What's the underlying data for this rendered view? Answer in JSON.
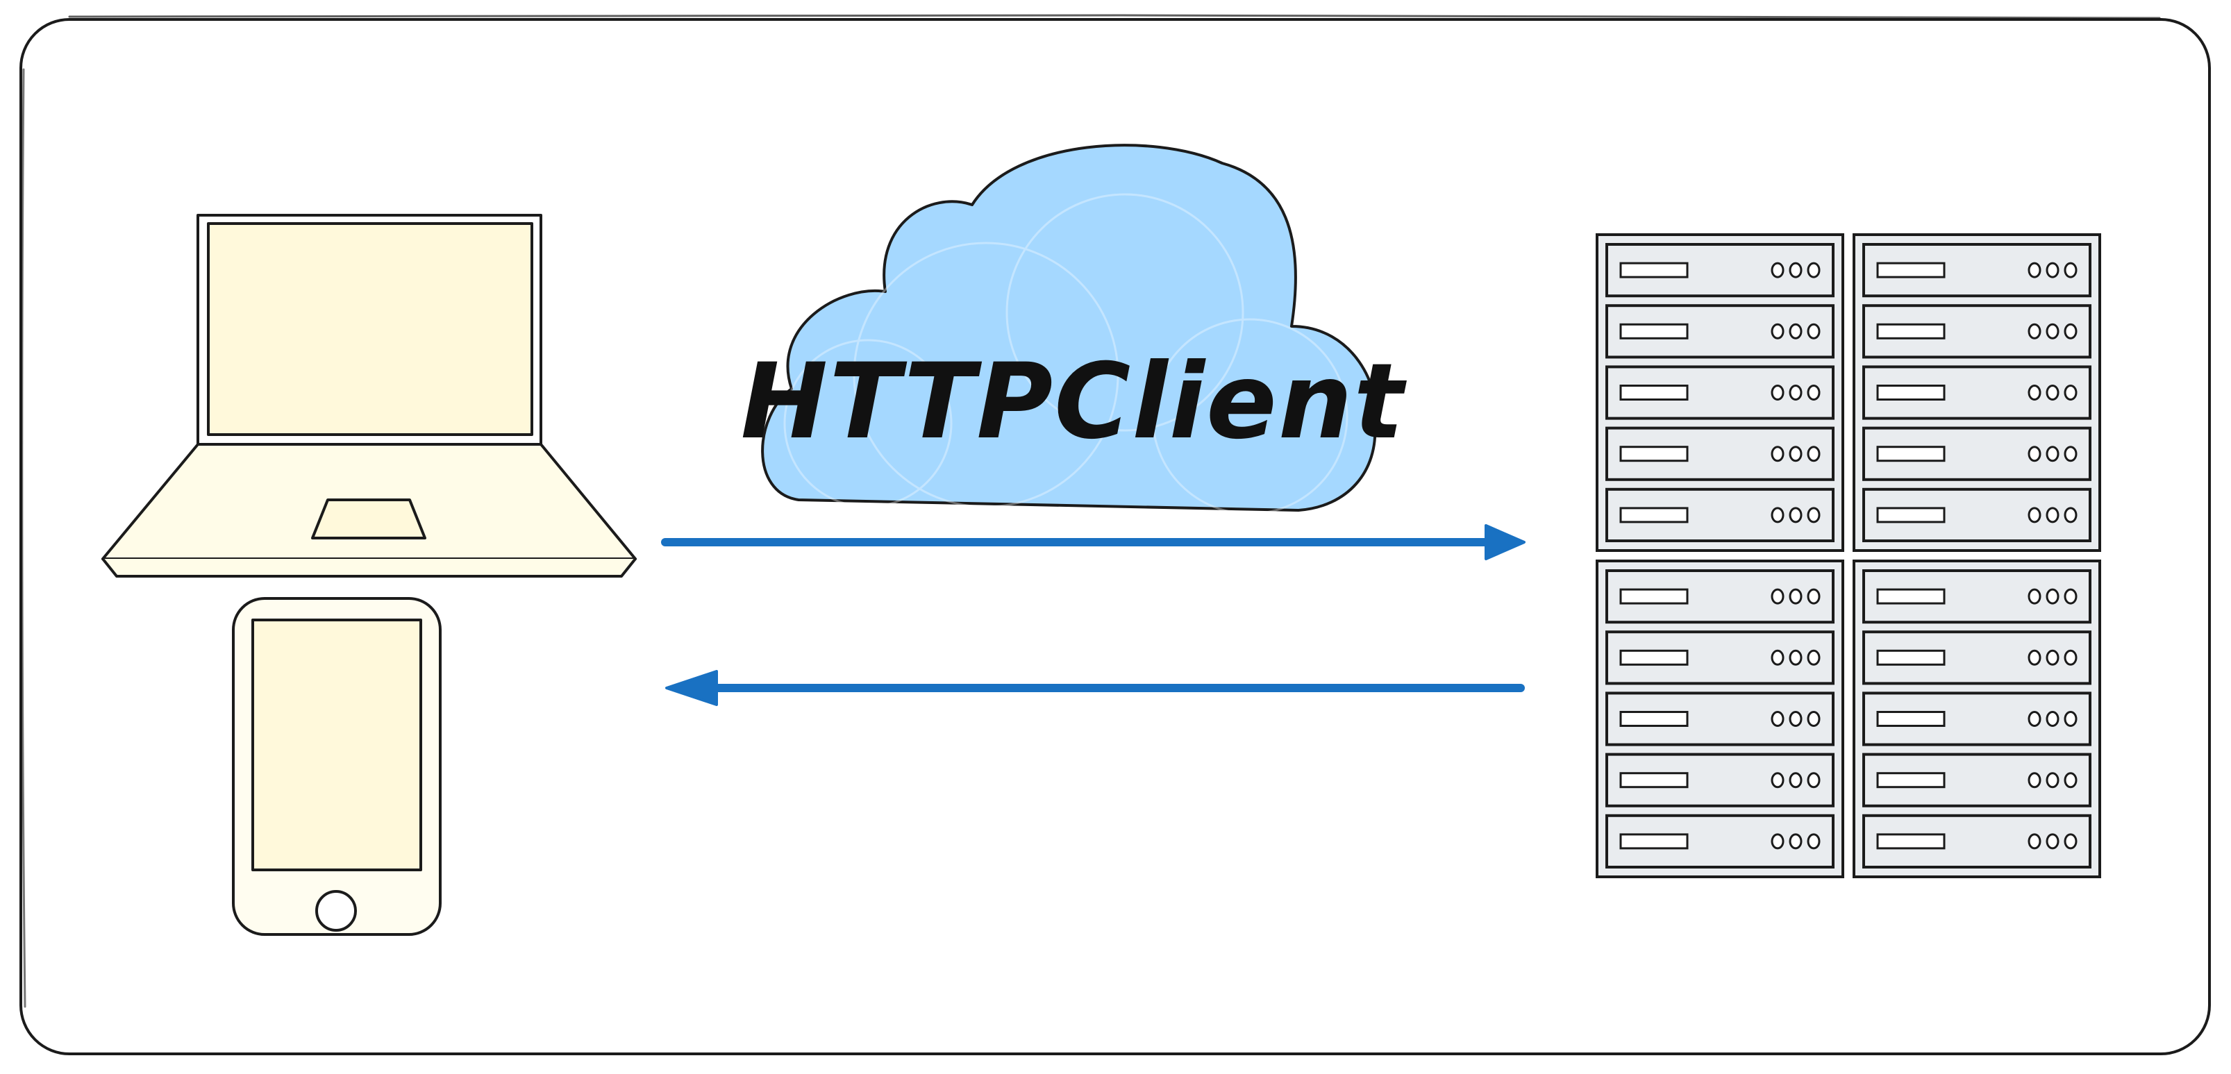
{
  "diagram": {
    "cloud": {
      "label": "HTTPClient",
      "icon": "cloud-icon"
    },
    "left_devices": [
      {
        "name": "laptop",
        "icon": "laptop-icon"
      },
      {
        "name": "smartphone",
        "icon": "smartphone-icon"
      }
    ],
    "right_devices": {
      "name": "server-rack",
      "icon": "server-rack-icon",
      "cabinets": 4,
      "units_per_cabinet": 5
    },
    "arrows": [
      {
        "name": "request",
        "direction": "right"
      },
      {
        "name": "response",
        "direction": "left"
      }
    ]
  },
  "colors": {
    "background": "#ffffff",
    "frame_stroke": "#1b1b1b",
    "cloud_fill": "#a5d8ff",
    "device_screen_fill": "#fff9db",
    "server_fill": "#e9ecef",
    "arrow": "#1971c2"
  }
}
